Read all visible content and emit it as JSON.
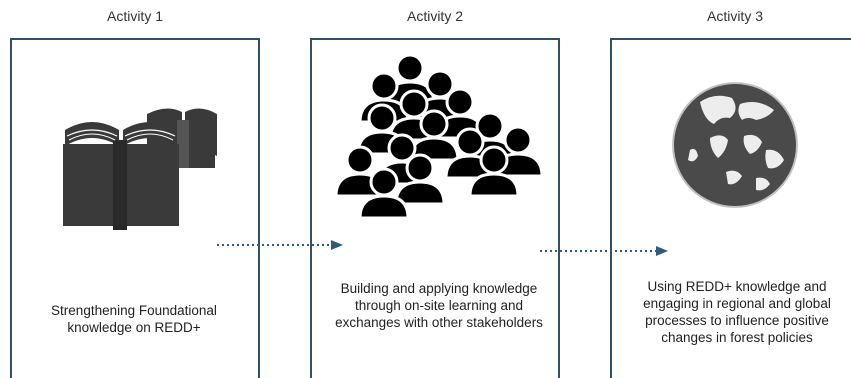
{
  "activities": [
    {
      "title": "Activity 1",
      "icon": "books-icon",
      "description": "Strengthening Foundational knowledge on REDD+"
    },
    {
      "title": "Activity 2",
      "icon": "people-crowd-icon",
      "description": "Building and applying knowledge through on-site learning and exchanges with other stakeholders"
    },
    {
      "title": "Activity 3",
      "icon": "globe-icon",
      "description": "Using REDD+ knowledge and engaging in regional and global processes to influence positive changes in forest policies"
    }
  ],
  "colors": {
    "box_border": "#2f4f6d",
    "arrow": "#2f5a7a",
    "icon_dark": "#3a3a3a",
    "people": "#000000"
  }
}
